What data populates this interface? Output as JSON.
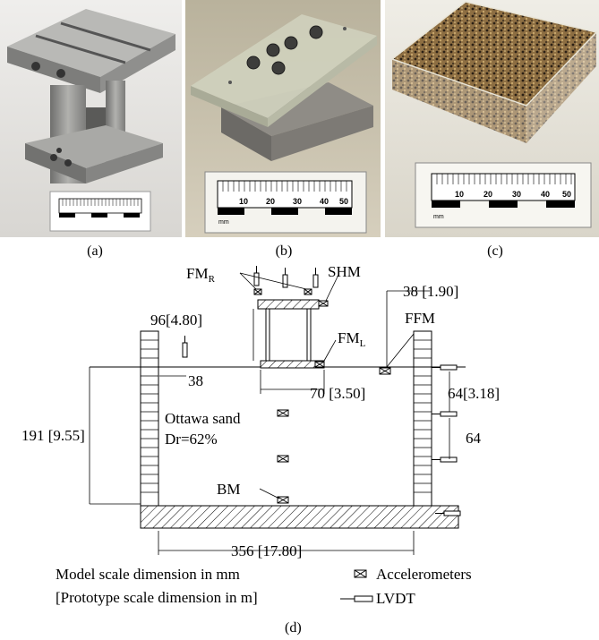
{
  "captions": {
    "a": "(a)",
    "b": "(b)",
    "c": "(c)",
    "d": "(d)"
  },
  "ruler": {
    "unit": "mm",
    "ticks": [
      "10",
      "20",
      "30",
      "40",
      "50"
    ]
  },
  "diagram": {
    "fm_r": "FM",
    "fm_r_sub": "R",
    "shm": "SHM",
    "fm_l": "FM",
    "fm_l_sub": "L",
    "ffm": "FFM",
    "bm": "BM",
    "dim_top_right": "38 [1.90]",
    "dim_height": "96[4.80]",
    "dim_38": "38",
    "dim_70": "70 [3.50]",
    "dim_64_318": "64[3.18]",
    "dim_64": "64",
    "dim_191": "191 [9.55]",
    "dim_356": "356 [17.80]",
    "soil_name": "Ottawa sand",
    "soil_density": "Dr=62%"
  },
  "legend": {
    "model_scale": "Model scale dimension in mm",
    "prototype_scale": "[Prototype scale dimension in m]",
    "accelerometers": "Accelerometers",
    "lvdt": "LVDT"
  },
  "colors": {
    "photo_a_bg": "#e4e3e1",
    "photo_b_bg": "#c8bfa9",
    "photo_c_bg": "#e7e4dc",
    "aluminum": "#9a9a98",
    "acrylic": "#c9cbb6",
    "sand": "#8d6e42"
  }
}
